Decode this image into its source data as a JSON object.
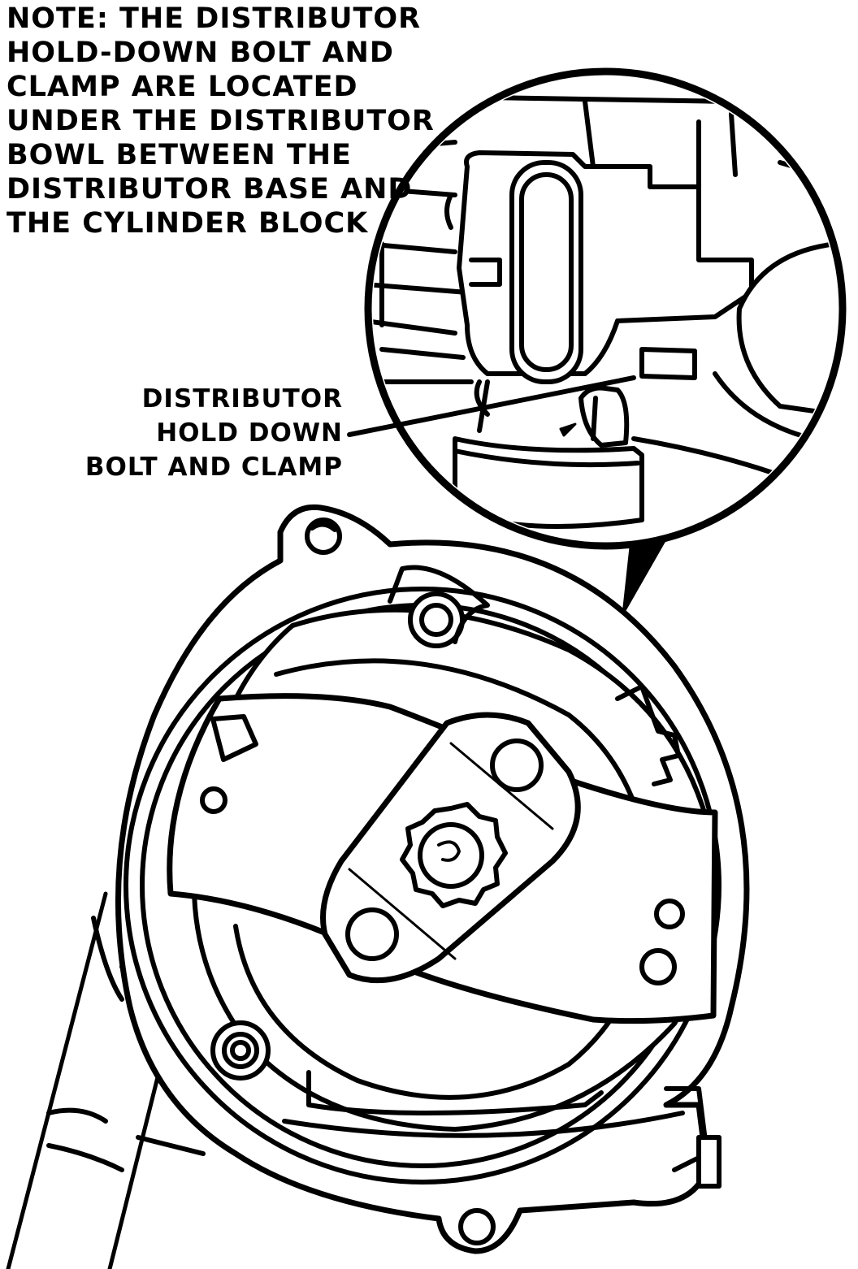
{
  "note": {
    "lines": [
      "NOTE: THE DISTRIBUTOR",
      "HOLD-DOWN BOLT AND",
      "CLAMP ARE LOCATED",
      "UNDER THE DISTRIBUTOR",
      "BOWL BETWEEN THE",
      "DISTRIBUTOR BASE AND",
      "THE CYLINDER BLOCK"
    ]
  },
  "callout": {
    "lines": [
      "DISTRIBUTOR",
      "HOLD DOWN",
      "BOLT AND CLAMP"
    ]
  },
  "colors": {
    "ink": "#000000",
    "paper": "#ffffff"
  }
}
